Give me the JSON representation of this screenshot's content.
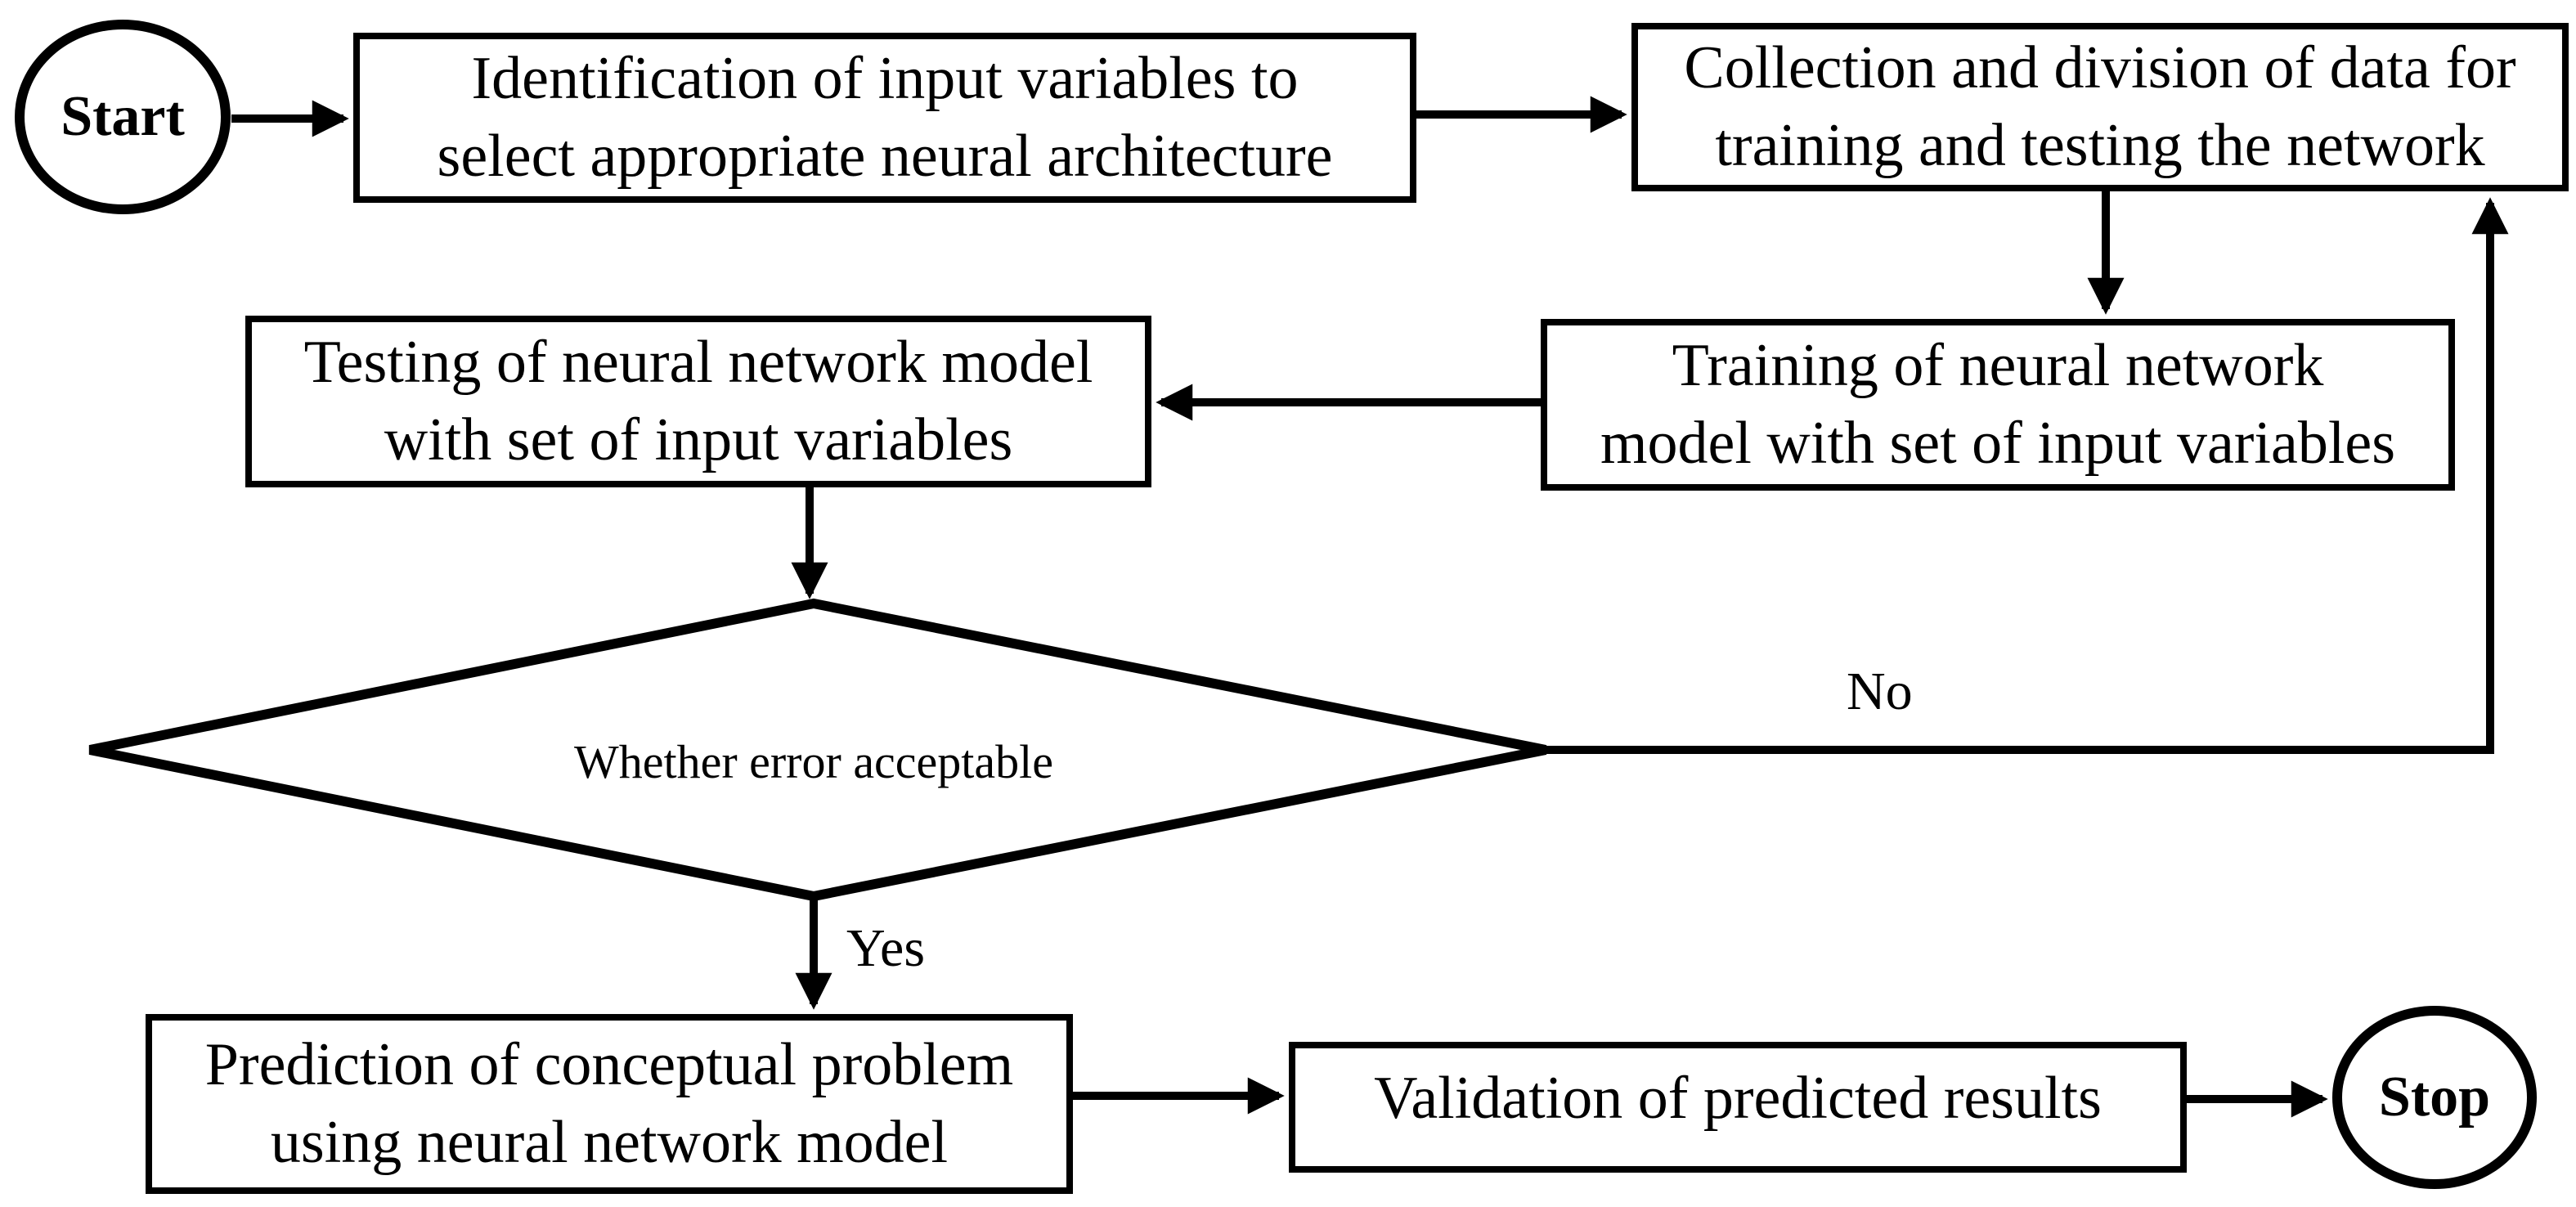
{
  "flowchart": {
    "nodes": {
      "start": {
        "shape": "ellipse",
        "label": "Start"
      },
      "identification": {
        "shape": "rect",
        "lines": [
          "Identification of input variables to",
          "select appropriate neural architecture"
        ]
      },
      "collection": {
        "shape": "rect",
        "lines": [
          "Collection and division of data for",
          "training and testing the network"
        ]
      },
      "training": {
        "shape": "rect",
        "lines": [
          "Training of neural network",
          "model with set of input variables"
        ]
      },
      "testing": {
        "shape": "rect",
        "lines": [
          "Testing of neural network model",
          "with set of input variables"
        ]
      },
      "decision": {
        "shape": "diamond",
        "label": "Whether error acceptable"
      },
      "prediction": {
        "shape": "rect",
        "lines": [
          "Prediction of conceptual problem",
          "using neural network model"
        ]
      },
      "validation": {
        "shape": "rect",
        "label": "Validation of predicted results"
      },
      "stop": {
        "shape": "ellipse",
        "label": "Stop"
      }
    },
    "edge_labels": {
      "no": "No",
      "yes": "Yes"
    },
    "colors": {
      "ink": "#000000",
      "background": "#ffffff"
    }
  }
}
